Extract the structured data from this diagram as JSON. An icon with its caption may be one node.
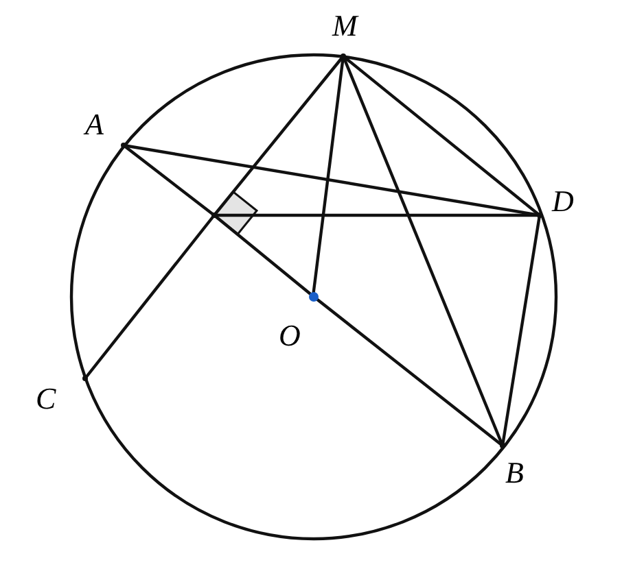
{
  "diagram": {
    "nodes": [
      {
        "text": [],
        "shape": "circle",
        "beside": [
          "M"
        ]
      },
      {
        "text": [],
        "shape": "circle",
        "beside": [
          "A"
        ]
      },
      {
        "text": [],
        "shape": "circle",
        "beside": [
          "D"
        ]
      },
      {
        "text": [],
        "shape": "circle"
      },
      {
        "text": [],
        "shape": "circle",
        "beside": [
          "O"
        ]
      },
      {
        "text": [],
        "shape": "circle",
        "beside": [
          "C"
        ]
      },
      {
        "text": [],
        "shape": "circle",
        "beside": [
          "B"
        ]
      }
    ],
    "edges": [
      {
        "from": 1,
        "to": 3,
        "arrow": "none"
      },
      {
        "from": 3,
        "to": 4,
        "arrow": "none"
      },
      {
        "from": 4,
        "to": 6,
        "arrow": "none"
      },
      {
        "from": 1,
        "to": 2,
        "arrow": "none"
      },
      {
        "from": 0,
        "to": 3,
        "arrow": "none"
      },
      {
        "from": 3,
        "to": 5,
        "arrow": "none"
      },
      {
        "from": 0,
        "to": 4,
        "arrow": "none"
      },
      {
        "from": 0,
        "to": 2,
        "arrow": "none"
      },
      {
        "from": 0,
        "to": 6,
        "arrow": "none"
      },
      {
        "from": 2,
        "to": 6,
        "arrow": "none"
      },
      {
        "from": 3,
        "to": 2,
        "arrow": "none"
      }
    ]
  }
}
